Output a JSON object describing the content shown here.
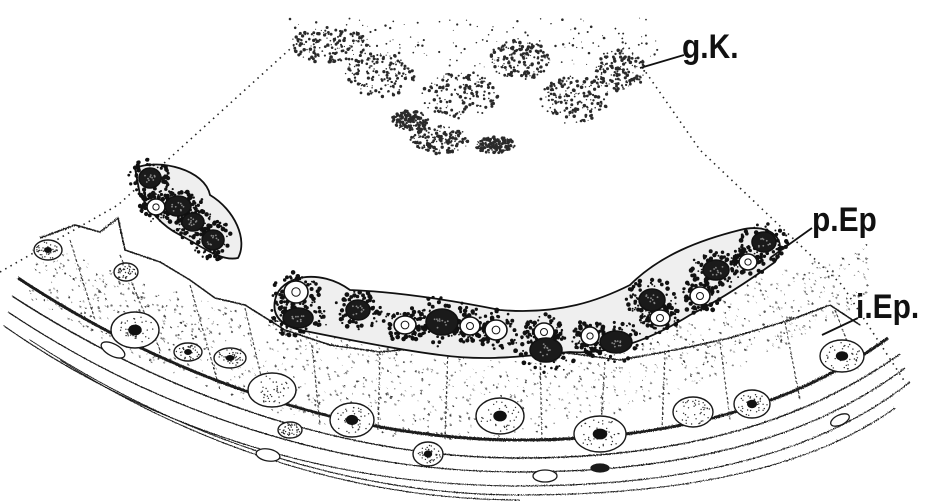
{
  "labels": {
    "gk": "g.K.",
    "pep": "p.Ep",
    "iep": "i.Ep."
  },
  "colors": {
    "ink": "#111111",
    "background": "#ffffff",
    "stipple": "#2a2a2a"
  }
}
